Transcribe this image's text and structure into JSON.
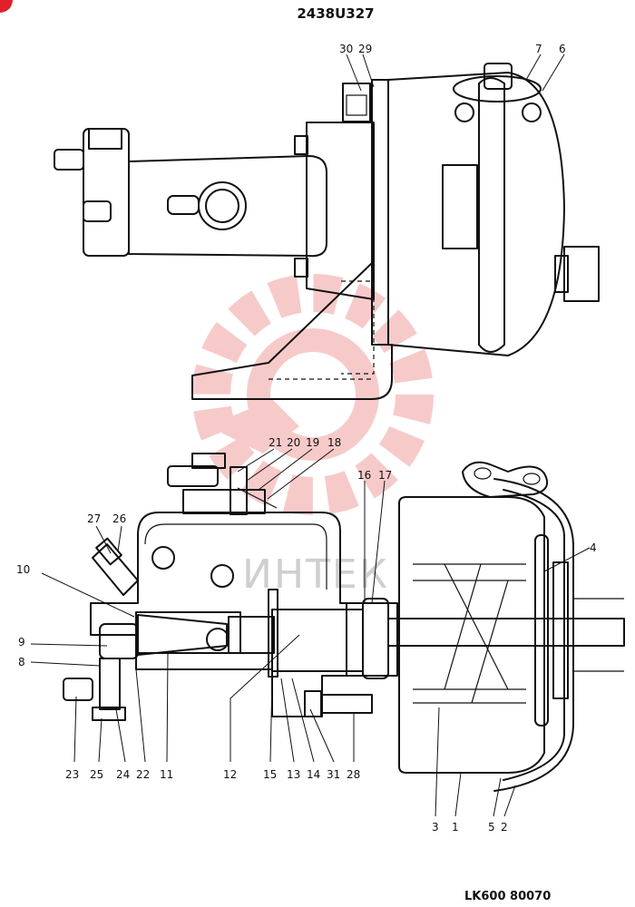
{
  "drawing": {
    "title": "2438U327",
    "footer_code": "LK600 80070",
    "watermark_text": "ИНТЕК",
    "watermark_color": "#f2a0a0",
    "corner_mark_color": "#e0202a"
  },
  "callouts": {
    "p1": "1",
    "p2": "2",
    "p3": "3",
    "p4": "4",
    "p5": "5",
    "p6": "6",
    "p7": "7",
    "p8": "8",
    "p9": "9",
    "p10": "10",
    "p11": "11",
    "p12": "12",
    "p13": "13",
    "p14": "14",
    "p15": "15",
    "p16": "16",
    "p17": "17",
    "p18": "18",
    "p19": "19",
    "p20": "20",
    "p21": "21",
    "p22": "22",
    "p23": "23",
    "p24": "24",
    "p25": "25",
    "p26": "26",
    "p27": "27",
    "p28": "28",
    "p29": "29",
    "p30": "30",
    "p31": "31"
  }
}
